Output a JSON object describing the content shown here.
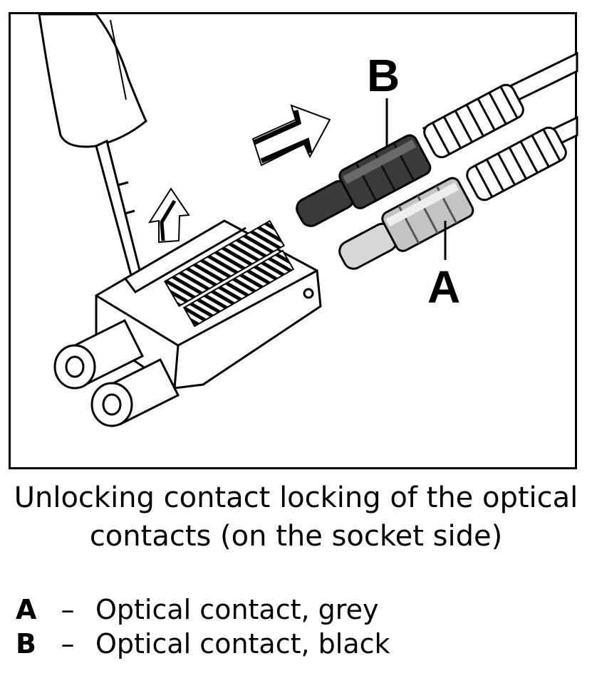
{
  "figure": {
    "label_b": "B",
    "label_a": "A"
  },
  "caption": {
    "line1": "Unlocking contact locking of the optical",
    "line2": "contacts (on the socket side)"
  },
  "legend": {
    "items": [
      {
        "key": "A",
        "dash": "–",
        "text": "Optical contact, grey"
      },
      {
        "key": "B",
        "dash": "–",
        "text": "Optical contact, black"
      }
    ]
  },
  "colors": {
    "line": "#000000",
    "grey_contact": "#c4c4c4",
    "black_contact": "#3a3a3a",
    "background": "#ffffff"
  }
}
